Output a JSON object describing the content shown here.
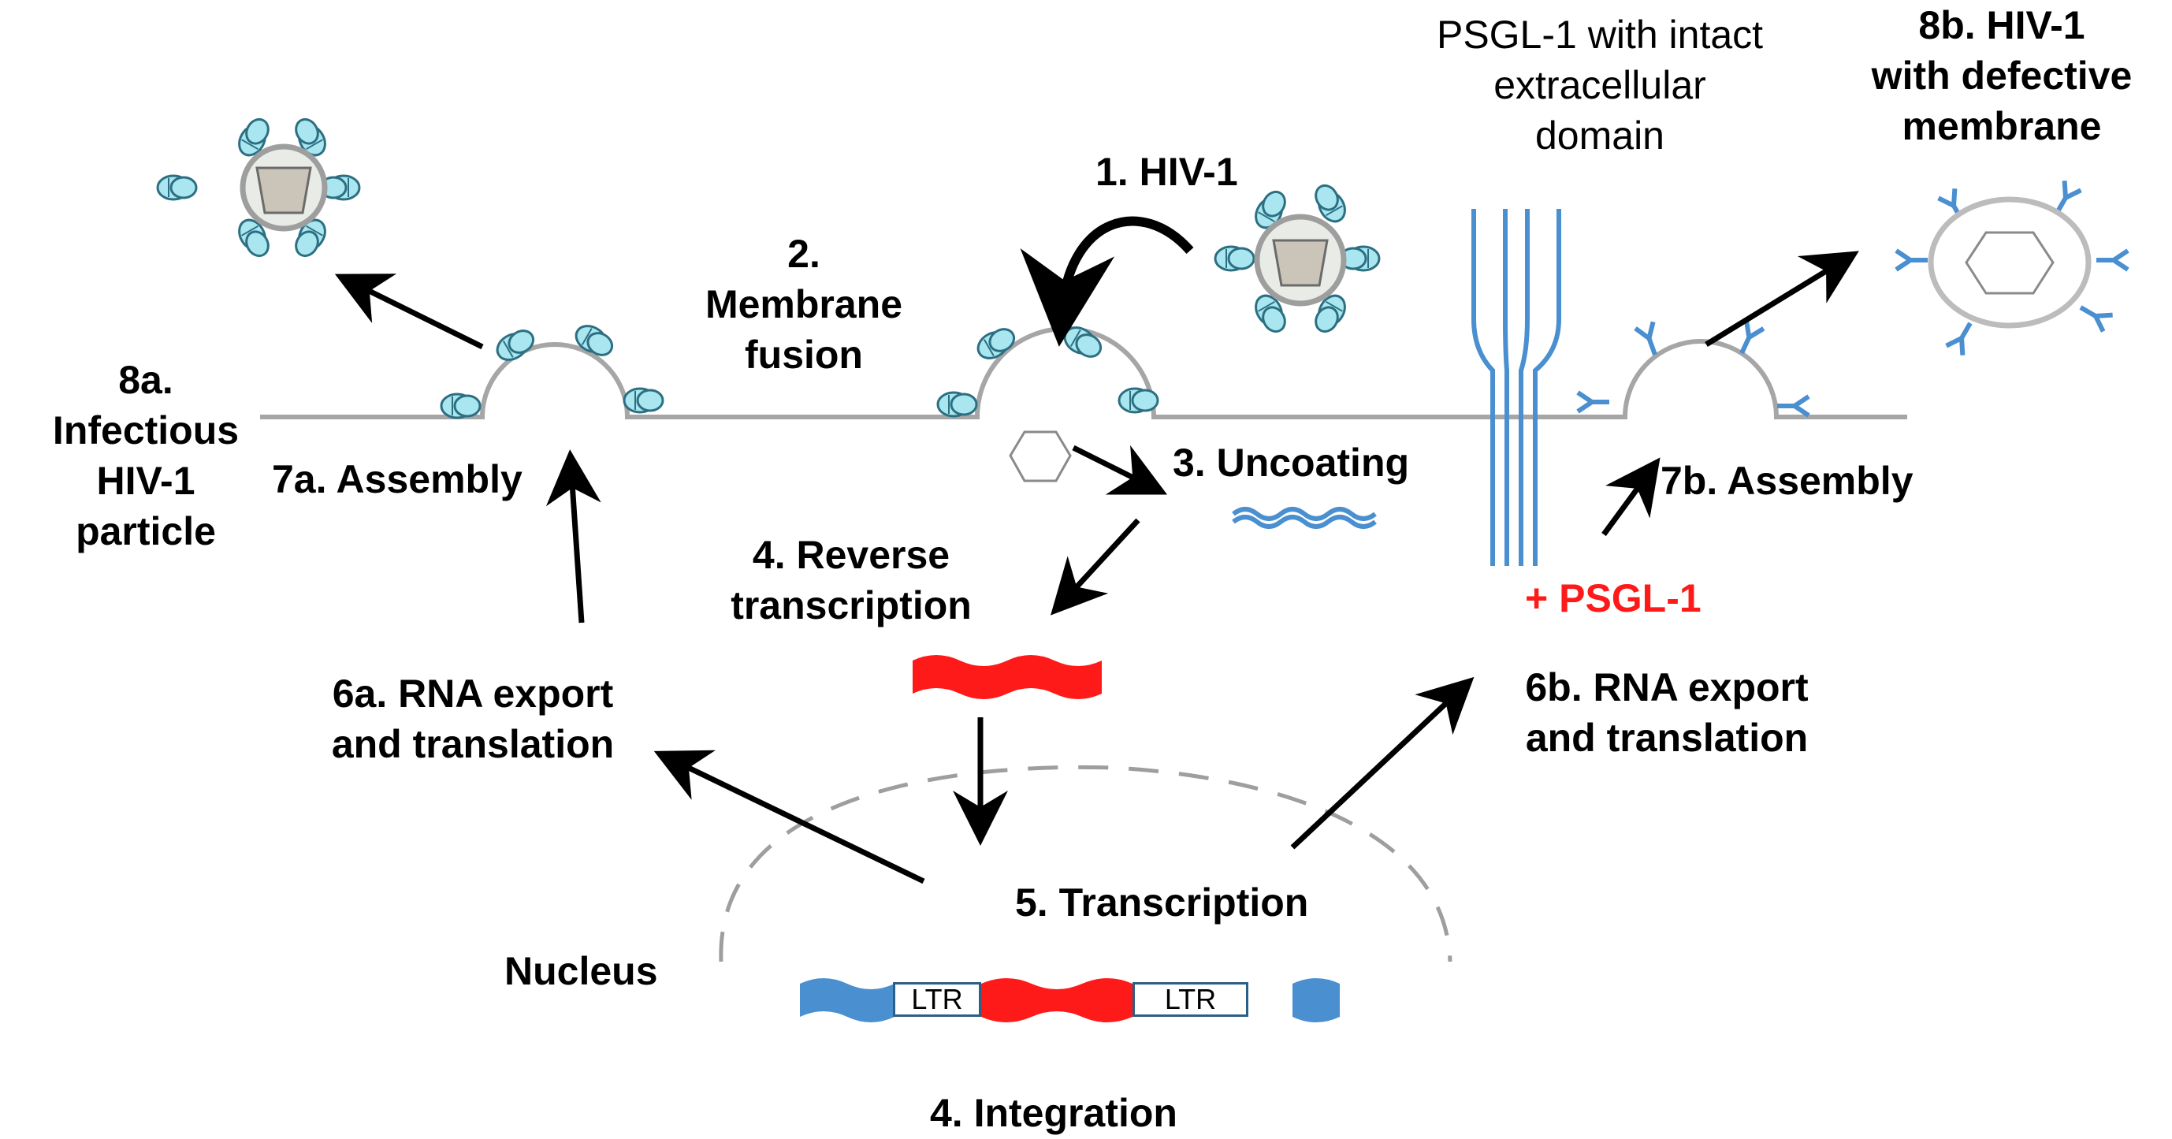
{
  "steps": {
    "hiv1": "1. HIV-1",
    "fusion": [
      "2.",
      "Membrane",
      "fusion"
    ],
    "uncoating": "3. Uncoating",
    "reverse_transcription": [
      "4. Reverse",
      "transcription"
    ],
    "transcription": "5. Transcription",
    "integration": "4. Integration",
    "export_a": [
      "6a. RNA export",
      "and translation"
    ],
    "export_b": [
      "6b. RNA export",
      "and translation"
    ],
    "assembly_a": "7a. Assembly",
    "assembly_b": "7b. Assembly",
    "infectious": [
      "8a.",
      "Infectious",
      "HIV-1",
      "particle"
    ],
    "defective": [
      "8b. HIV-1",
      "with defective",
      "membrane"
    ]
  },
  "labels": {
    "psgl_intact": [
      "PSGL-1 with intact",
      "extracellular",
      "domain"
    ],
    "plus_psgl": "+ PSGL-1",
    "nucleus": "Nucleus",
    "ltr_left": "LTR",
    "ltr_right": "LTR"
  },
  "colors": {
    "env_fill": "#a9e6ef",
    "env_stroke": "#2c6f82",
    "psgl": "#4a8fd0",
    "rna": "#ff1a1a",
    "dna_blue": "#4a8fd0",
    "membrane": "#a6a6a6",
    "capsid_fill": "#cbc4b8",
    "core_bg": "#e9ece6",
    "plus_psgl": "#ff1a1a"
  }
}
